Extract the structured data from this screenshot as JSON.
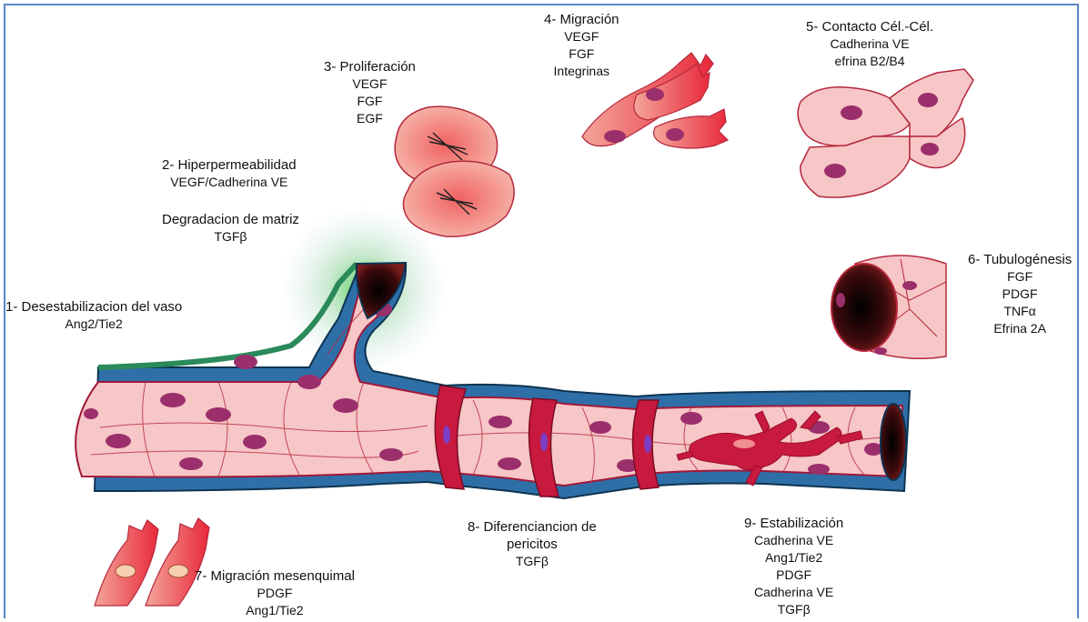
{
  "labels": {
    "s1": {
      "title": "1- Desestabilizacion del vaso",
      "items": [
        "Ang2/Tie2"
      ]
    },
    "s2": {
      "title": "2- Hiperpermeabilidad",
      "items": [
        "VEGF/Cadherina VE"
      ]
    },
    "s2b": {
      "title": "Degradacion de matriz",
      "items": [
        "TGFβ"
      ]
    },
    "s3": {
      "title": "3- Proliferación",
      "items": [
        "VEGF",
        "FGF",
        "EGF"
      ]
    },
    "s4": {
      "title": "4- Migración",
      "items": [
        "VEGF",
        "FGF",
        "Integrinas"
      ]
    },
    "s5": {
      "title": "5- Contacto Cél.-Cél.",
      "items": [
        "Cadherina VE",
        "efrina B2/B4"
      ]
    },
    "s6": {
      "title": "6- Tubulogénesis",
      "items": [
        "FGF",
        "PDGF",
        "TNFα",
        "Efrina 2A"
      ]
    },
    "s7": {
      "title": "7- Migración mesenquimal",
      "items": [
        "PDGF",
        "Ang1/Tie2"
      ]
    },
    "s8": {
      "title": "8- Diferenciancion de",
      "title2": "pericitos",
      "items": [
        "TGFβ"
      ]
    },
    "s9": {
      "title": "9- Estabilización",
      "items": [
        "Cadherina VE",
        "Ang1/Tie2",
        "PDGF",
        "Cadherina VE",
        "TGFβ"
      ]
    }
  },
  "colors": {
    "frame": "#5b86c4",
    "vessel_wall": "#2f6fa8",
    "cell_fill": "#f7c6c6",
    "nucleus": "#9b2f6b",
    "pericyte": "#c8193f",
    "lumen": "#2a0508"
  }
}
